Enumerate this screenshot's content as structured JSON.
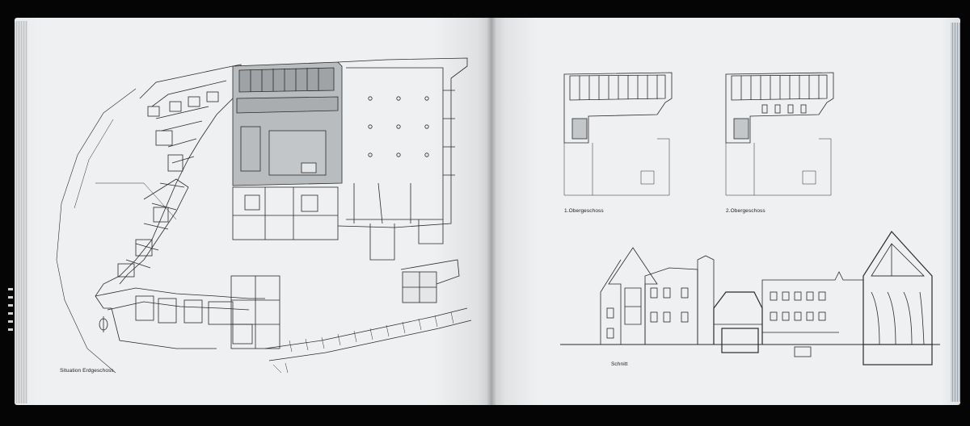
{
  "book": {
    "left_page": {
      "caption": "Situation Erdgeschoss"
    },
    "right_page": {
      "captions": {
        "first_floor": "1.Obergeschoss",
        "second_floor": "2.Obergeschoss",
        "section": "Schnitt"
      }
    }
  },
  "colors": {
    "page": "#eef0f1",
    "ink": "#2a2a2a",
    "highlight_fill": "#b9bcbf",
    "background": "#050505"
  }
}
